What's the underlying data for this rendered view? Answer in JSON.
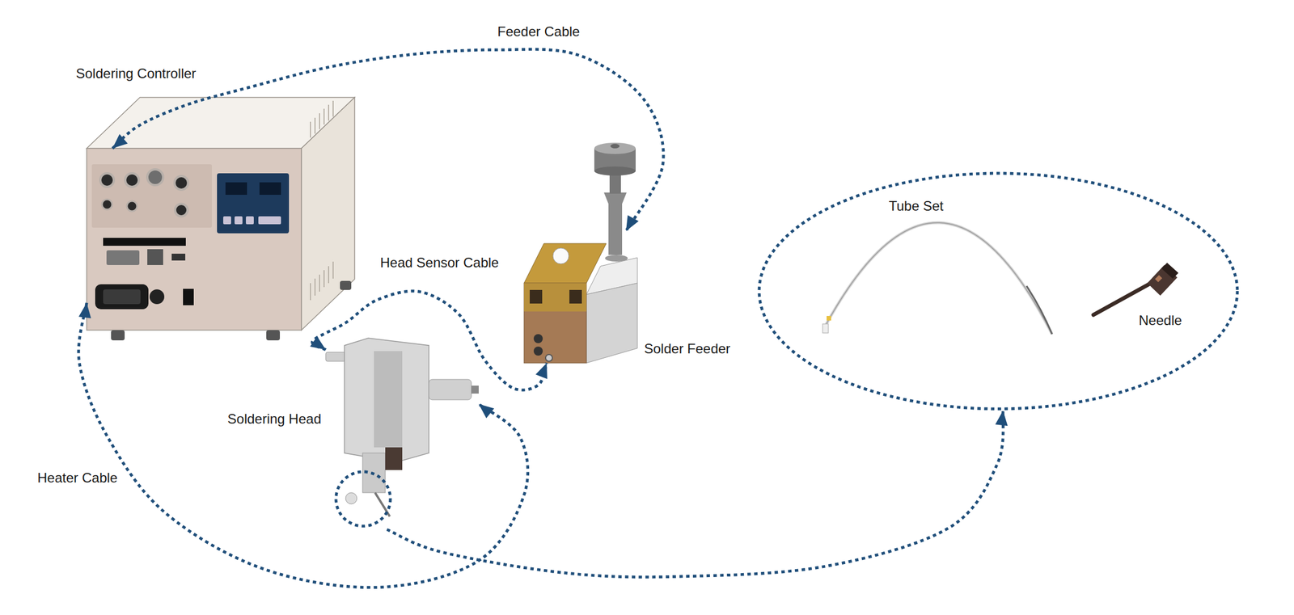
{
  "diagram": {
    "nodes": [
      {
        "text": [
          "Soldering Controller"
        ]
      },
      {
        "text": [
          "Solder Feeder"
        ]
      },
      {
        "text": [
          "Soldering Head"
        ]
      },
      {
        "text": [
          "Tube Set",
          "Needle"
        ]
      }
    ],
    "edges": [
      {
        "from": 0,
        "to": 1,
        "arrow": "both",
        "label": "Feeder Cable"
      },
      {
        "from": 0,
        "to": 2,
        "arrow": "both",
        "label": "Heater Cable"
      },
      {
        "from": 2,
        "to": 1,
        "arrow": "both",
        "label": "Head Sensor Cable"
      },
      {
        "from": 2,
        "to": 3,
        "arrow": "to"
      }
    ]
  }
}
